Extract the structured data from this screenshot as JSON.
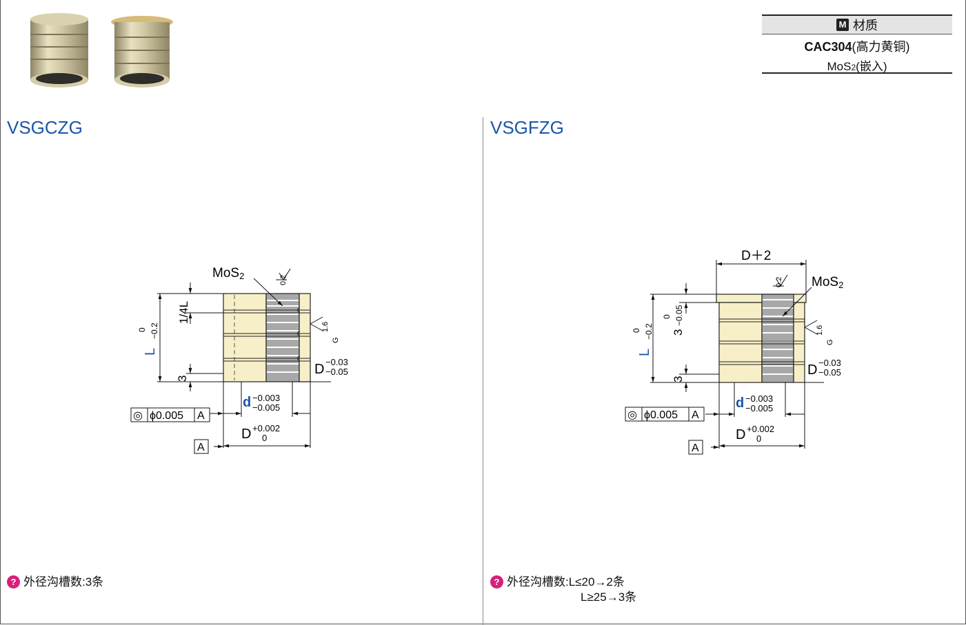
{
  "material": {
    "badge": "M",
    "header": "材质",
    "grade": "CAC304",
    "grade_desc": "(高力黄铜)",
    "lubricant": "MoS",
    "lubricant_sub": "2",
    "lubricant_desc": "(嵌入)"
  },
  "left": {
    "title": "VSGCZG",
    "labels": {
      "mos": "MoS",
      "mos_sub": "2",
      "rough1": "0.2",
      "rough2": "1.6",
      "rough2_g": "G",
      "quarter": "1/4L",
      "three": "3",
      "l_base": "L",
      "l_up": "0",
      "l_low": "−0.2",
      "d_outer_base": "D",
      "d_outer_up": "−0.03",
      "d_outer_low": "−0.05",
      "d_inner_base": "d",
      "d_inner_up": "−0.003",
      "d_inner_low": "−0.005",
      "d_bottom_base": "D",
      "d_bottom_up": "+0.002",
      "d_bottom_low": "0",
      "tol_symbol": "◎",
      "tol_value": "ϕ0.005",
      "datum": "A"
    },
    "note_lines": [
      "外径沟槽数:3条"
    ]
  },
  "right": {
    "title": "VSGFZG",
    "labels": {
      "flange": "D＋2",
      "mos": "MoS",
      "mos_sub": "2",
      "rough1": "0.2",
      "rough2": "1.6",
      "rough2_g": "G",
      "flange_t_base": "3",
      "flange_t_up": "0",
      "flange_t_low": "−0.05",
      "three": "3",
      "l_base": "L",
      "l_up": "0",
      "l_low": "−0.2",
      "d_outer_base": "D",
      "d_outer_up": "−0.03",
      "d_outer_low": "−0.05",
      "d_inner_base": "d",
      "d_inner_up": "−0.003",
      "d_inner_low": "−0.005",
      "d_bottom_base": "D",
      "d_bottom_up": "+0.002",
      "d_bottom_low": "0",
      "tol_symbol": "◎",
      "tol_value": "ϕ0.005",
      "datum": "A"
    },
    "note_lines": [
      "外径沟槽数:L≤20→2条",
      "L≥25→3条"
    ]
  },
  "note_icon": "?",
  "colors": {
    "brass": "#f6efc8",
    "lubricant_gray": "#a8a8a8",
    "title_blue": "#1a56a6",
    "note_pink": "#d81f7a"
  }
}
